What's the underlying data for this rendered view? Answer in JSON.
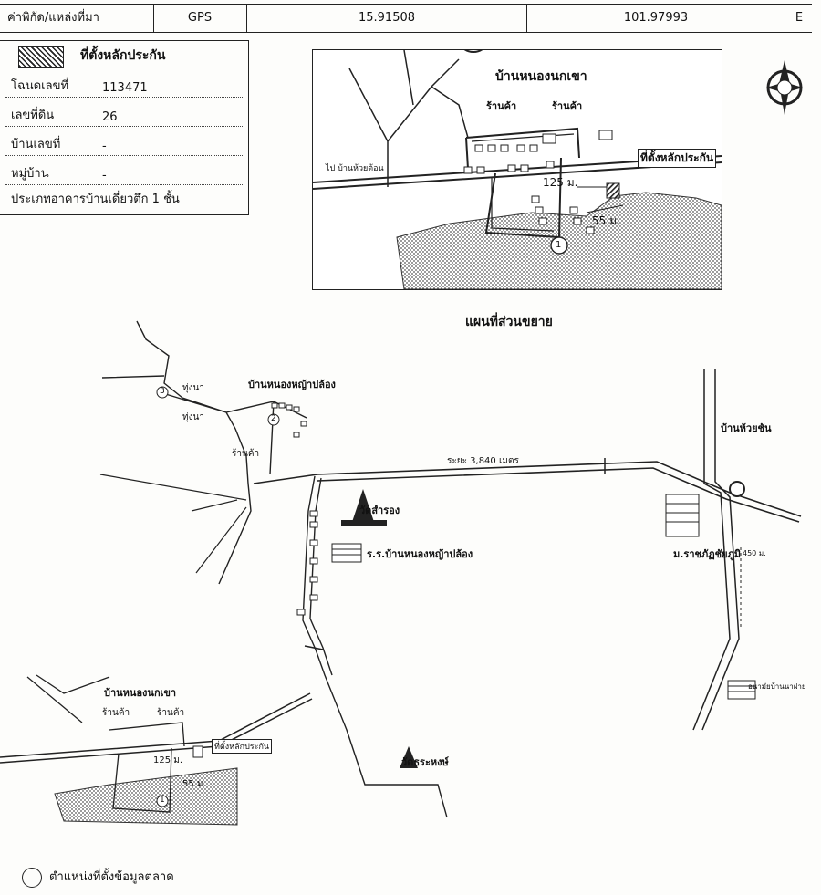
{
  "header": {
    "coord_source_label": "ค่าพิกัด/แหล่งที่มา",
    "source": "GPS",
    "latitude": "15.91508",
    "longitude": "101.97993",
    "hemisphere": "E"
  },
  "legend": {
    "collateral_label": "ที่ตั้งหลักประกัน",
    "market_data_label": "ตำแหน่งที่ตั้งข้อมูลตลาด"
  },
  "property": {
    "rows": [
      {
        "label": "โฉนดเลขที่",
        "value": "113471"
      },
      {
        "label": "เลขที่ดิน",
        "value": "26"
      },
      {
        "label": "บ้านเลขที่",
        "value": "-"
      },
      {
        "label": "หมู่บ้าน",
        "value": "-"
      },
      {
        "label": "ประเภทอาคาร",
        "value": "บ้านเดี่ยวตึก 1 ชั้น"
      }
    ]
  },
  "inset_map": {
    "title": "บ้านหนองนกเขา",
    "shop1": "ร้านค้า",
    "shop2": "ร้านค้า",
    "road_to": "ไป บ้านห้วยต้อน",
    "collateral_tag": "ที่ตั้งหลักประกัน",
    "dist_125": "125 ม.",
    "dist_55": "55 ม.",
    "marker": "1",
    "compass": "N"
  },
  "main_map": {
    "title": "แผนที่ส่วนขยาย",
    "village_top": "บ้านหนองหญ้าปล้อง",
    "field1": "ทุ่งนา",
    "field2": "ทุ่งนา",
    "shop": "ร้านค้า",
    "road_distance": "ระยะ 3,840 เมตร",
    "village_right": "บ้านห้วยชัน",
    "temple1": "วัดสำรอง",
    "school": "ร.ร.บ้านหนองหญ้าปล้อง",
    "university": "ม.ราชภัฏชัยภูมิ",
    "hospital": "อนามัยบ้านนาฝาย",
    "dist_450": "450 ม.",
    "village_bottom": "บ้านหนองนกเขา",
    "shop_a": "ร้านค้า",
    "shop_b": "ร้านค้า",
    "collateral_tag": "ที่ตั้งหลักประกัน",
    "dist_125": "125 ม.",
    "dist_55": "55 ม.",
    "temple2": "วัดธระหงษ์",
    "marker1": "1",
    "marker2": "2",
    "marker3": "3"
  },
  "colors": {
    "ink": "#1a1a1a",
    "paper": "#fdfdfb"
  }
}
